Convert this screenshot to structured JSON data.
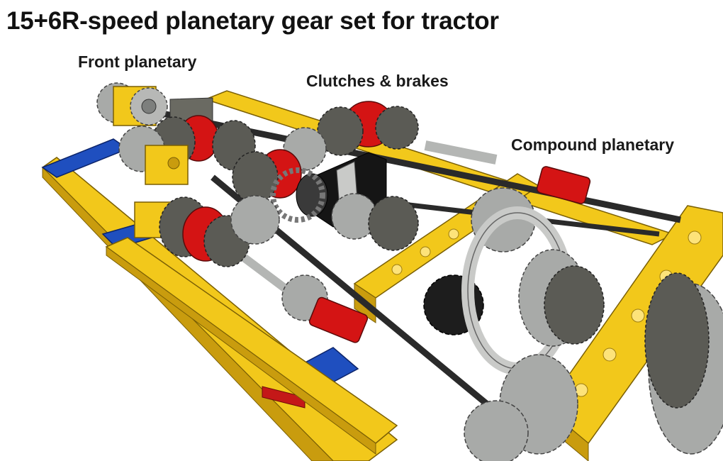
{
  "title": "15+6R-speed planetary gear set for tractor",
  "labels": {
    "front": "Front planetary",
    "clutches": "Clutches & brakes",
    "compound": "Compound planetary"
  },
  "colors": {
    "yellow": "#f2c81b",
    "blue": "#1f4fbf",
    "red": "#d41414",
    "dark_gray": "#5b5b55",
    "light_gray": "#a8aaa8",
    "black": "#151515"
  }
}
